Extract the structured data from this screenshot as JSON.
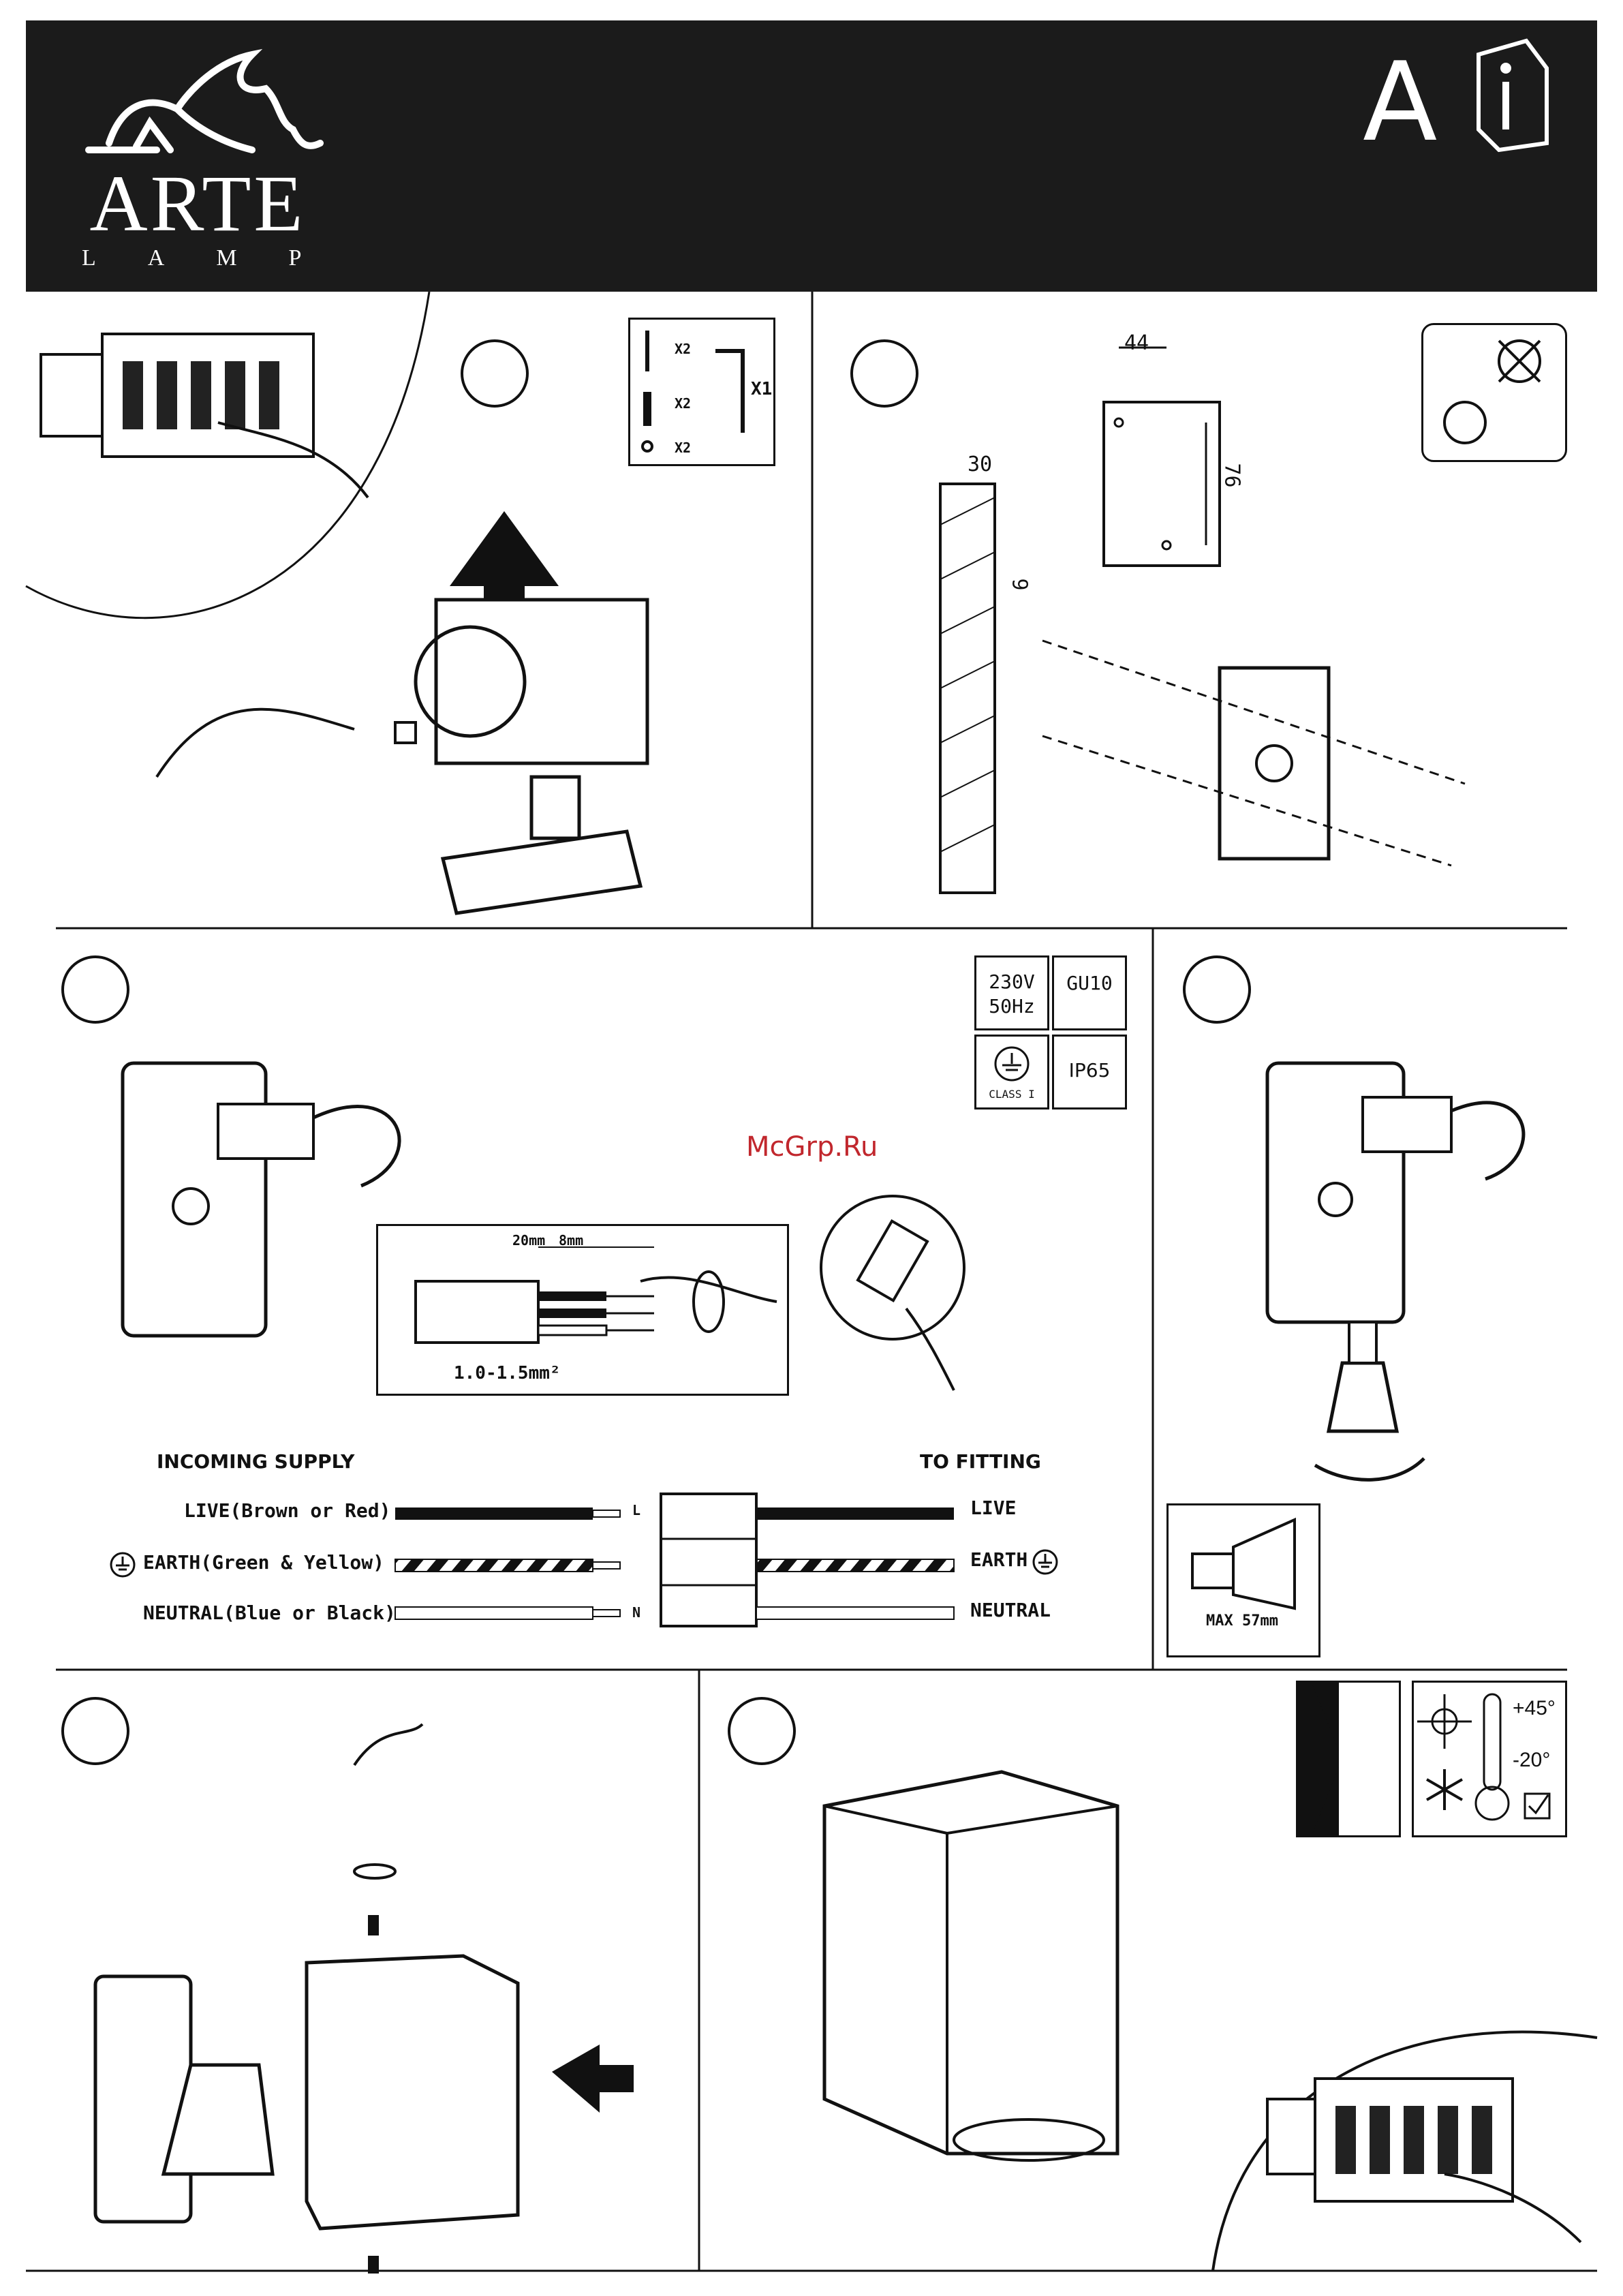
{
  "brand": {
    "name": "ARTE",
    "sub": "LAMP"
  },
  "header": {
    "letter": "A"
  },
  "parts": {
    "screw_count": "X2",
    "plug_count": "X2",
    "washer_count": "X2",
    "key_count": "X1"
  },
  "dimensions": {
    "plate_width": "44",
    "plate_height": "76",
    "wall_depth": "30",
    "hole_diameter": "6"
  },
  "specs": {
    "voltage": "230V",
    "frequency": "50Hz",
    "socket": "GU10",
    "class": "CLASS I",
    "ip": "IP65"
  },
  "watermark": "McGrp.Ru",
  "strip": {
    "len1": "20mm",
    "len2": "8mm",
    "section": "1.0-1.5mm²"
  },
  "wiring": {
    "incoming": "INCOMING SUPPLY",
    "fitting": "TO FITTING",
    "live_in": "LIVE(Brown or Red)",
    "earth_in": "EARTH(Green & Yellow)",
    "neutral_in": "NEUTRAL(Blue or Black)",
    "live_out": "LIVE",
    "earth_out": "EARTH",
    "neutral_out": "NEUTRAL",
    "term_l": "L",
    "term_n": "N"
  },
  "bulb": {
    "max_label": "MAX 57mm"
  },
  "temp": {
    "high": "+45°",
    "low": "-20°"
  }
}
